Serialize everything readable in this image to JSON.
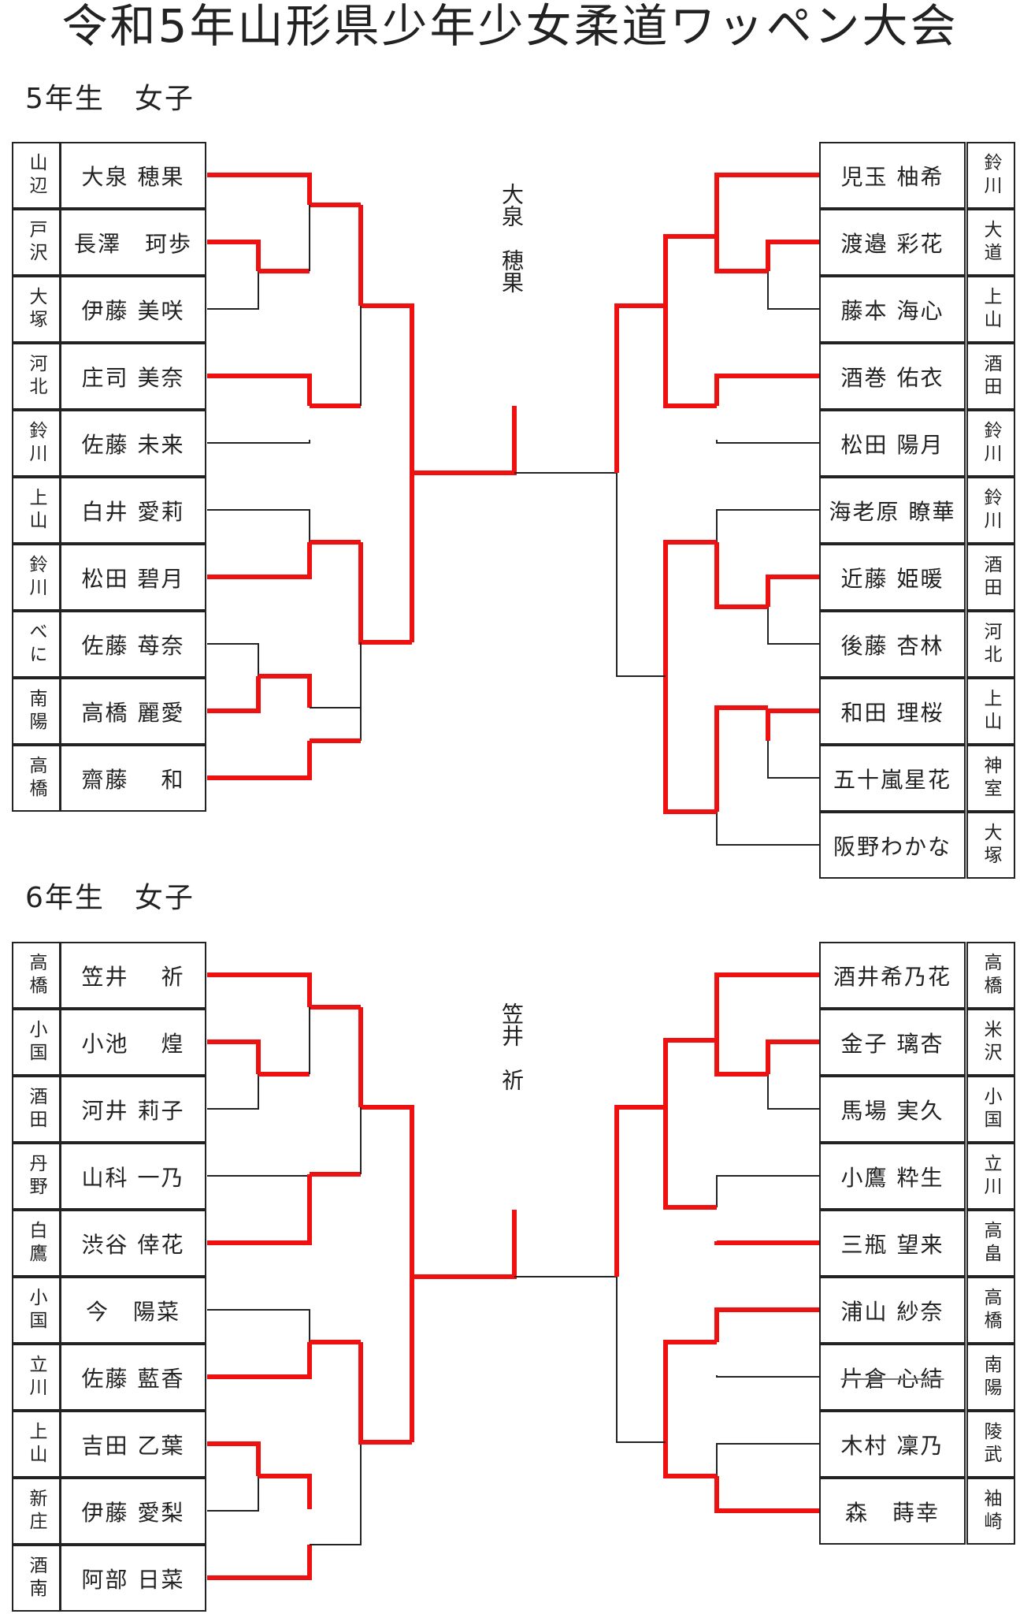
{
  "title": "令和5年山形県少年少女柔道ワッペン大会",
  "colors": {
    "winner_line": "#ee1111",
    "line": "#222222"
  },
  "sections": [
    {
      "label": "5年生　女子",
      "champion": "大泉　穂果",
      "left": [
        {
          "club": "山辺",
          "name": "大泉 穂果"
        },
        {
          "club": "戸沢",
          "name": "長澤　珂歩"
        },
        {
          "club": "大塚",
          "name": "伊藤 美咲"
        },
        {
          "club": "河北",
          "name": "庄司 美奈"
        },
        {
          "club": "鈴川",
          "name": "佐藤 未来"
        },
        {
          "club": "上山",
          "name": "白井 愛莉"
        },
        {
          "club": "鈴川",
          "name": "松田 碧月"
        },
        {
          "club": "べに",
          "name": "佐藤 苺奈"
        },
        {
          "club": "南陽",
          "name": "高橋 麗愛"
        },
        {
          "club": "高橋",
          "name": "齋藤　 和"
        }
      ],
      "right": [
        {
          "club": "鈴川",
          "name": "児玉 柚希"
        },
        {
          "club": "大道",
          "name": "渡邉 彩花"
        },
        {
          "club": "上山",
          "name": "藤本 海心"
        },
        {
          "club": "酒田",
          "name": "酒巻 佑衣"
        },
        {
          "club": "鈴川",
          "name": "松田 陽月"
        },
        {
          "club": "鈴川",
          "name": "海老原 瞭華"
        },
        {
          "club": "酒田",
          "name": "近藤 姫暖"
        },
        {
          "club": "河北",
          "name": "後藤 杏林"
        },
        {
          "club": "上山",
          "name": "和田 理桜"
        },
        {
          "club": "神室",
          "name": "五十嵐星花"
        },
        {
          "club": "大塚",
          "name": "阪野わかな"
        }
      ]
    },
    {
      "label": "6年生　女子",
      "champion": "笠井　祈",
      "left": [
        {
          "club": "高橋",
          "name": "笠井　 祈"
        },
        {
          "club": "小国",
          "name": "小池　 煌"
        },
        {
          "club": "酒田",
          "name": "河井 莉子"
        },
        {
          "club": "丹野",
          "name": "山科 一乃"
        },
        {
          "club": "白鷹",
          "name": "渋谷 倖花"
        },
        {
          "club": "小国",
          "name": "今　陽菜"
        },
        {
          "club": "立川",
          "name": "佐藤 藍香"
        },
        {
          "club": "上山",
          "name": "吉田 乙葉"
        },
        {
          "club": "新庄",
          "name": "伊藤 愛梨"
        },
        {
          "club": "酒南",
          "name": "阿部 日菜"
        }
      ],
      "right": [
        {
          "club": "高橋",
          "name": "酒井希乃花"
        },
        {
          "club": "米沢",
          "name": "金子 璃杏"
        },
        {
          "club": "小国",
          "name": "馬場 実久"
        },
        {
          "club": "立川",
          "name": "小鷹 粋生"
        },
        {
          "club": "高畠",
          "name": "三瓶 望来"
        },
        {
          "club": "高橋",
          "name": "浦山 紗奈"
        },
        {
          "club": "南陽",
          "name": "片倉 心結",
          "withdrawn": true
        },
        {
          "club": "陵武",
          "name": "木村 凜乃"
        },
        {
          "club": "袖崎",
          "name": "森　蒔幸"
        }
      ]
    }
  ]
}
